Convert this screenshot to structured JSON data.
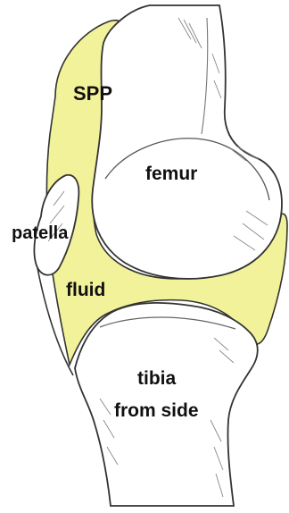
{
  "labels": {
    "spp": "SPP",
    "femur": "femur",
    "patella": "patella",
    "fluid": "fluid",
    "tibia_line1": "tibia",
    "tibia_line2": "from side"
  },
  "colors": {
    "fluid_fill": "#f2f29a",
    "bone_fill": "#ffffff",
    "ink": "#333333",
    "hatching": "#888888",
    "text": "#111111"
  }
}
